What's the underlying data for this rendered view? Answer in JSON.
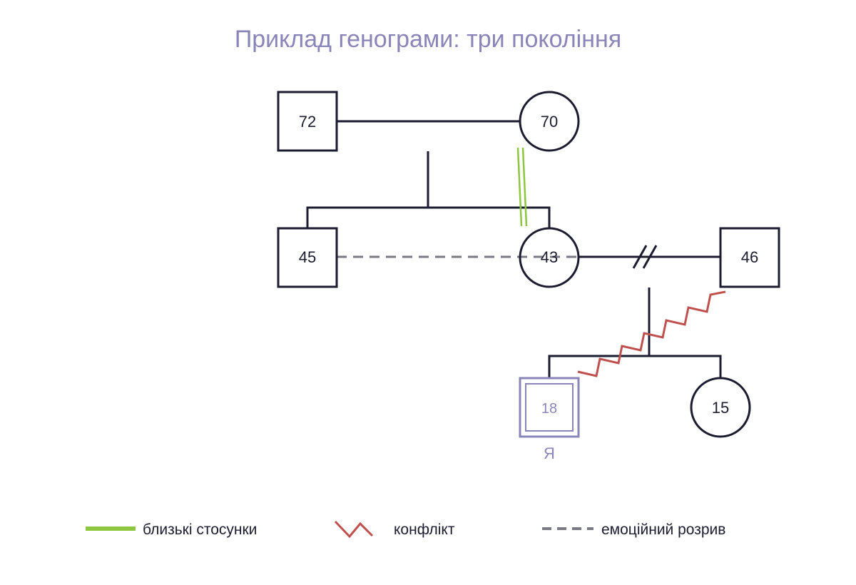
{
  "title": "Приклад генограми: три покоління",
  "colors": {
    "ink": "#1c1c30",
    "accent": "#8a85b8",
    "close": "#8dc63f",
    "conflict": "#c0504d",
    "cutoff": "#7a7a85"
  },
  "people": {
    "grandfather": {
      "age": "72",
      "shape": "square"
    },
    "grandmother": {
      "age": "70",
      "shape": "circle"
    },
    "uncle": {
      "age": "45",
      "shape": "square"
    },
    "mother": {
      "age": "43",
      "shape": "circle"
    },
    "father": {
      "age": "46",
      "shape": "square"
    },
    "self": {
      "age": "18",
      "shape": "square",
      "label": "Я"
    },
    "sister": {
      "age": "15",
      "shape": "circle"
    }
  },
  "legend": [
    {
      "type": "close",
      "label": "близькі стосунки"
    },
    {
      "type": "conflict",
      "label": "конфлікт"
    },
    {
      "type": "cutoff",
      "label": "емоційний розрив"
    }
  ]
}
